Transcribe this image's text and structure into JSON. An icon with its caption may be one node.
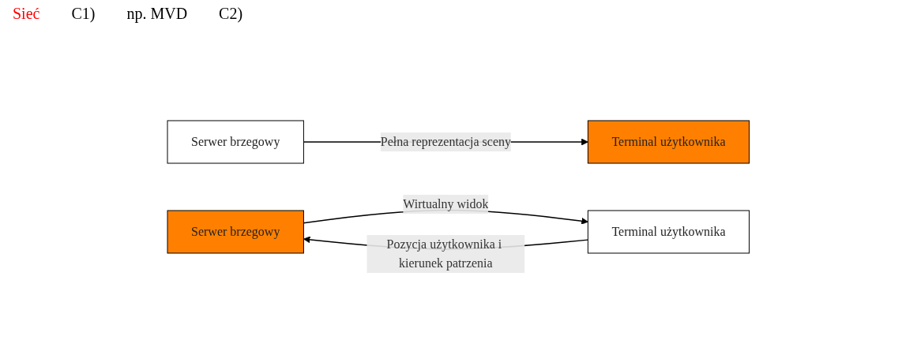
{
  "diagram": {
    "nodes": [
      {
        "text": [
          "Serwer brzegowy"
        ]
      },
      {
        "text": [
          "Terminal użytkownika"
        ]
      },
      {
        "text": [
          "Serwer brzegowy"
        ]
      },
      {
        "text": [
          "Terminal użytkownika"
        ]
      }
    ],
    "edges": [
      {
        "from": 0,
        "to": 1,
        "arrow": "to",
        "label": "Pełna reprezentacja sceny"
      },
      {
        "from": 3,
        "to": 2,
        "arrow": "to",
        "label": "Pozycja użytkownika i kierunek patrzenia"
      },
      {
        "from": 2,
        "to": 3,
        "arrow": "to",
        "label": "Wirtualny widok"
      }
    ],
    "labels": [
      "Sieć",
      "C1)",
      "np. MVD",
      "C2)"
    ]
  }
}
